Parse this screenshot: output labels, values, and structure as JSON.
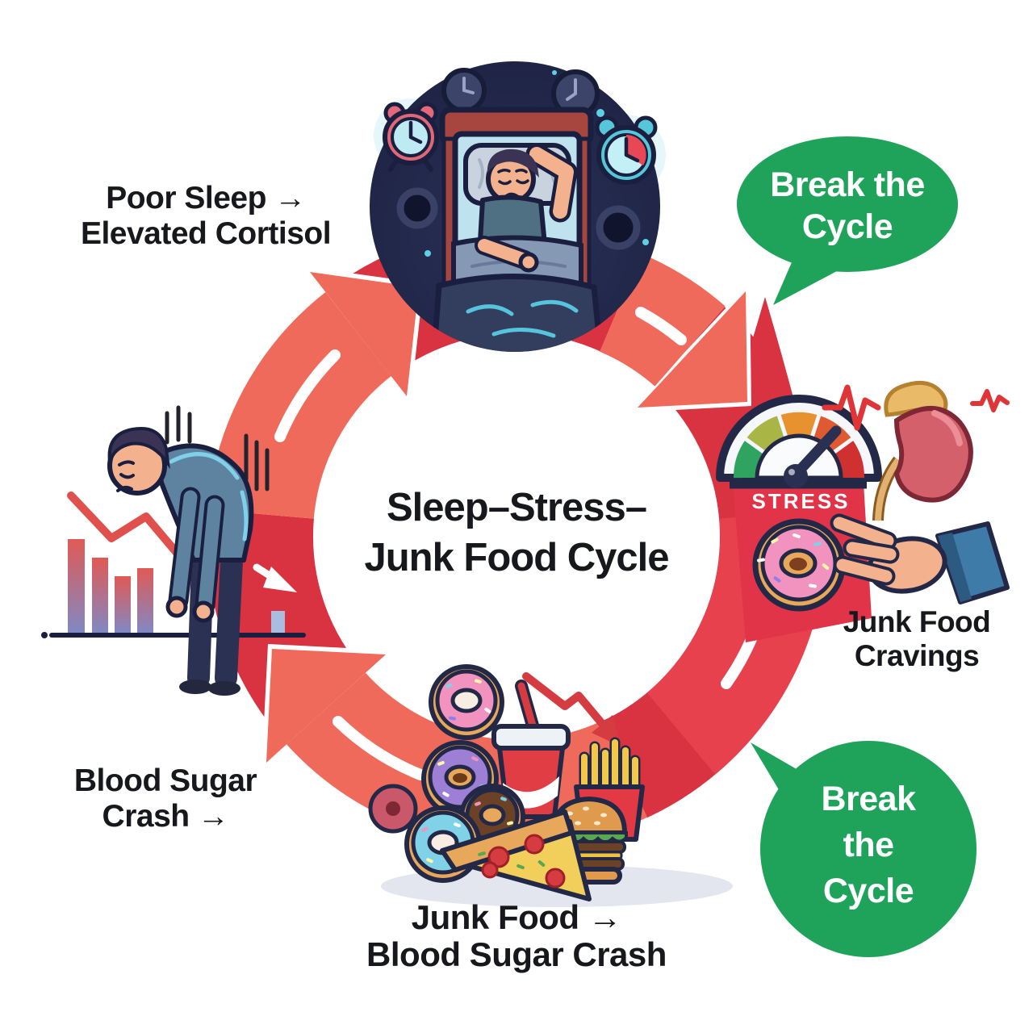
{
  "title": {
    "line1": "Sleep–Stress–",
    "line2": "Junk Food Cycle"
  },
  "labels": {
    "poor_sleep": {
      "line1": "Poor Sleep →",
      "line2": "Elevated Cortisol"
    },
    "cravings": {
      "line1": "Junk Food",
      "line2": "Cravings"
    },
    "crash": {
      "line1": "Junk Food →",
      "line2": "Blood Sugar Crash"
    },
    "blood_sugar": {
      "line1": "Blood Sugar",
      "line2": "Crash →"
    }
  },
  "bubbles": {
    "top": {
      "line1": "Break the",
      "line2": "Cycle"
    },
    "bottom": {
      "line1": "Break",
      "line2": "the",
      "line3": "Cycle"
    }
  },
  "gauge_label": "STRESS",
  "icons": [
    "sleepless-person-illustration",
    "alarm-clock-icon",
    "floating-clock-icon",
    "stress-gauge-icon",
    "heartbeat-icon",
    "kidney-adrenal-icon",
    "donut-icon",
    "reaching-hand-icon",
    "tired-person-illustration",
    "declining-bar-chart-icon",
    "declining-arrow-icon",
    "soda-cup-icon",
    "fries-icon",
    "burger-icon",
    "pizza-icon",
    "cycle-arrow-icon",
    "speech-bubble-icon"
  ],
  "colors": {
    "arrow_salmon": "#EF6A5A",
    "arrow_crimson": "#D93240",
    "bubble_green": "#1FA35B",
    "night_navy": "#20264A",
    "outline_navy": "#1A1F40",
    "text": "#17181C",
    "stress_banner_red": "#E23448"
  }
}
